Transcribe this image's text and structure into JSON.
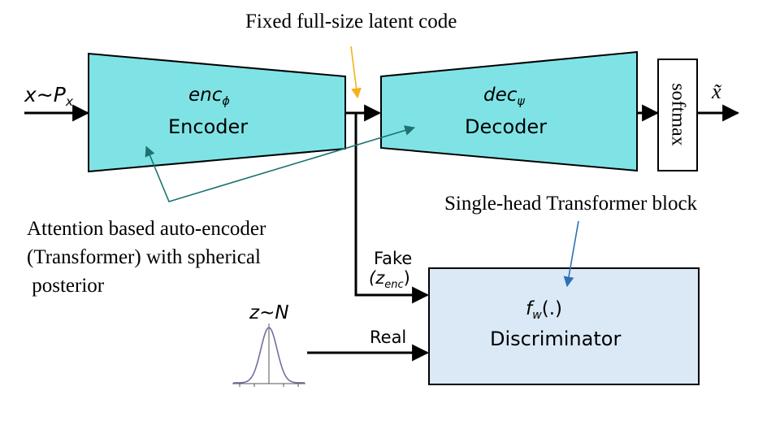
{
  "title": "Fixed full-size latent code",
  "encoder": {
    "symbol": "enc",
    "sub": "ϕ",
    "label": "Encoder"
  },
  "decoder": {
    "symbol": "dec",
    "sub": "ψ",
    "label": "Decoder"
  },
  "softmax": "softmax",
  "input": {
    "symbol": "x∼P",
    "sub": "x"
  },
  "output": "x̃",
  "annotation_autoencoder": [
    "Attention based auto-encoder",
    "(Transformer) with spherical",
    " posterior"
  ],
  "annotation_transformer": "Single-head Transformer block",
  "fake": {
    "label": "Fake",
    "symbol_open": "(z",
    "sub": "enc",
    "symbol_close": ")"
  },
  "real": "Real",
  "discriminator": {
    "symbol": "f",
    "sub": "w",
    "args": "(.)",
    "label": "Discriminator"
  },
  "prior": "z∼N",
  "colors": {
    "block_fill": "#7fe3e6",
    "discriminator_fill": "#dbe9f6",
    "stroke": "#000000",
    "yellow_arrow": "#f2b31c",
    "blue_arrow": "#2e70b6",
    "teal_arrow": "#1d7272",
    "gaussian": "#7a6aa0"
  }
}
